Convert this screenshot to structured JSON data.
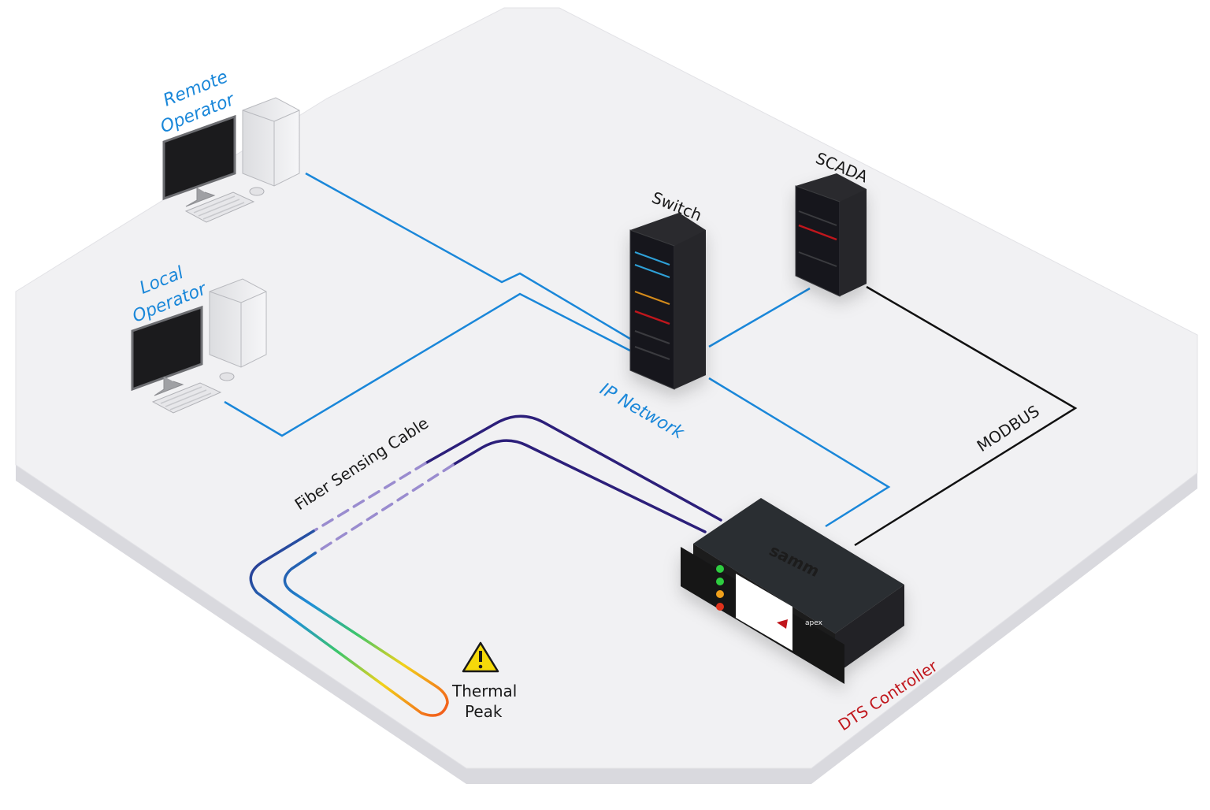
{
  "labels": {
    "remote_operator_line1": "Remote",
    "remote_operator_line2": "Operator",
    "local_operator_line1": "Local",
    "local_operator_line2": "Operator",
    "switch": "Switch",
    "scada": "SCADA",
    "ip_network": "IP Network",
    "modbus": "MODBUS",
    "fiber_sensing_cable": "Fiber Sensing Cable",
    "dts_controller": "DTS Controller",
    "thermal_peak_line1": "Thermal",
    "thermal_peak_line2": "Peak"
  },
  "device": {
    "brand": "samm",
    "model_badge": "apex"
  },
  "colors": {
    "platform": "#f1f1f3",
    "platform_edge": "#d9d9de",
    "ip_network": "#1a87d9",
    "modbus": "#111111",
    "fiber": "#2c1f7a",
    "fiber_dashed": "#9a8ccf",
    "rack": "#1e1f22",
    "accent_red": "#c0161c",
    "warning": "#f5d90a"
  },
  "icons": [
    "monitor-icon",
    "pc-tower-icon",
    "keyboard-icon",
    "mouse-icon",
    "server-rack-icon",
    "warning-triangle-icon"
  ]
}
